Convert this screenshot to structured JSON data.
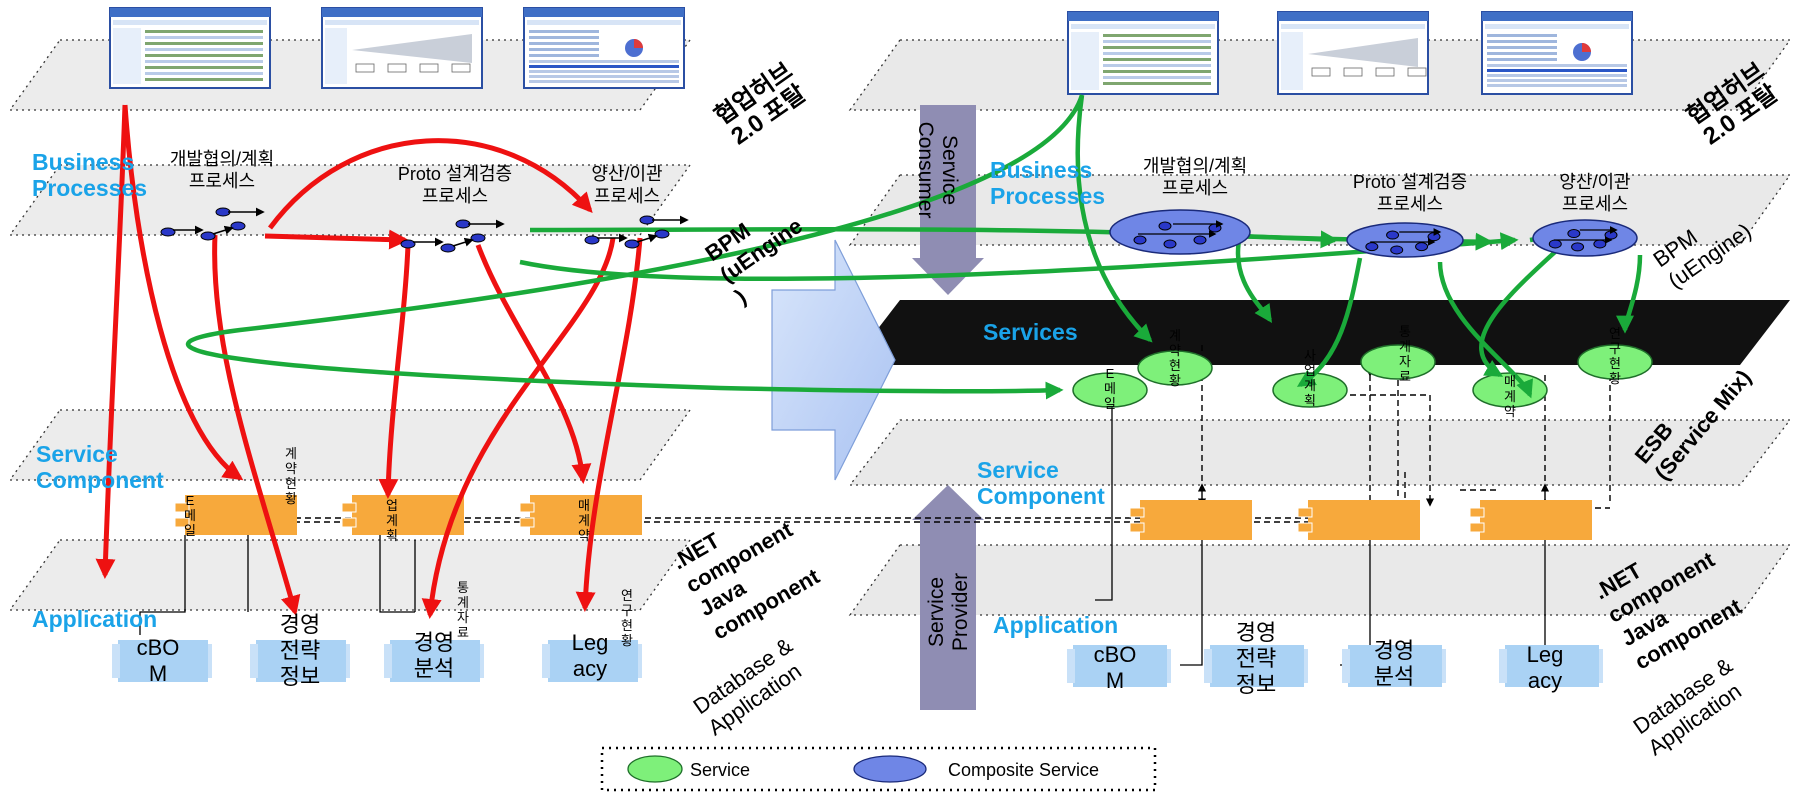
{
  "colors": {
    "layer_fill": "#ececec",
    "layer_fill_right": "#e9e9e9",
    "label_blue": "#1aa3e8",
    "red_arrow": "#ee1111",
    "green_arrow": "#1aaa3a",
    "component_orange": "#f7a93c",
    "app_blue": "#aad2f4",
    "service_green": "#7ef07a",
    "composite_blue": "#6f86e6",
    "esb_black": "#111111",
    "band_purple": "#8f8db3",
    "big_arrow_blue": "#bcd0f7"
  },
  "left": {
    "portal_title": "협업허브\n2.0 포탈",
    "layer_labels": {
      "business": "Business\nProcesses",
      "component": "Service\nComponent",
      "application": "Application"
    },
    "bpm_label": "BPM\n(uEngine\n)",
    "net_label": ".NET\ncomponent\nJava\ncomponent",
    "db_label": "Database &\nApplication",
    "processes": [
      {
        "name": "개발협의/계획\n프로세스"
      },
      {
        "name": "Proto 설계검증\n프로세스"
      },
      {
        "name": "양산/이관\n프로세스"
      }
    ],
    "components": [
      {
        "label": "E\n메\n일",
        "side": "계\n약\n현\n황"
      },
      {
        "label": "업\n계\n획"
      },
      {
        "label": "매\n계\n약"
      }
    ],
    "apps": [
      {
        "label": "cBO\nM"
      },
      {
        "label": "경영\n전략\n정보"
      },
      {
        "label": "경영\n분석",
        "side": "통\n계\n자\n료"
      },
      {
        "label": "Leg\nacy",
        "side": "연\n구\n현\n황"
      }
    ]
  },
  "right": {
    "portal_title": "협업허브\n2.0 포탈",
    "consumer_label": "Service\nConsumer",
    "provider_label": "Service\nProvider",
    "layer_labels": {
      "business": "Business\nProcesses",
      "services": "Services",
      "component": "Service\nComponent",
      "application": "Application"
    },
    "bpm_label": "BPM\n(uEngine)",
    "esb_label": "ESB\n(Service Mix)",
    "net_label": ".NET\ncomponent\nJava\ncomponent",
    "db_label": "Database &\nApplication",
    "processes": [
      {
        "name": "개발협의/계획\n프로세스"
      },
      {
        "name": "Proto 설계검증\n프로세스"
      },
      {
        "name": "양산/이관\n프로세스"
      }
    ],
    "services": [
      {
        "label": "E\n메\n일"
      },
      {
        "label": "계\n약\n현\n황"
      },
      {
        "label": "사\n업\n계\n획"
      },
      {
        "label": "통\n계\n자\n료"
      },
      {
        "label": "매\n계\n약"
      },
      {
        "label": "연\n구\n현\n황"
      }
    ],
    "apps": [
      {
        "label": "cBO\nM"
      },
      {
        "label": "경영\n전략\n정보"
      },
      {
        "label": "경영\n분석"
      },
      {
        "label": "Leg\nacy"
      }
    ]
  },
  "legend": {
    "service": "Service",
    "composite": "Composite Service"
  }
}
